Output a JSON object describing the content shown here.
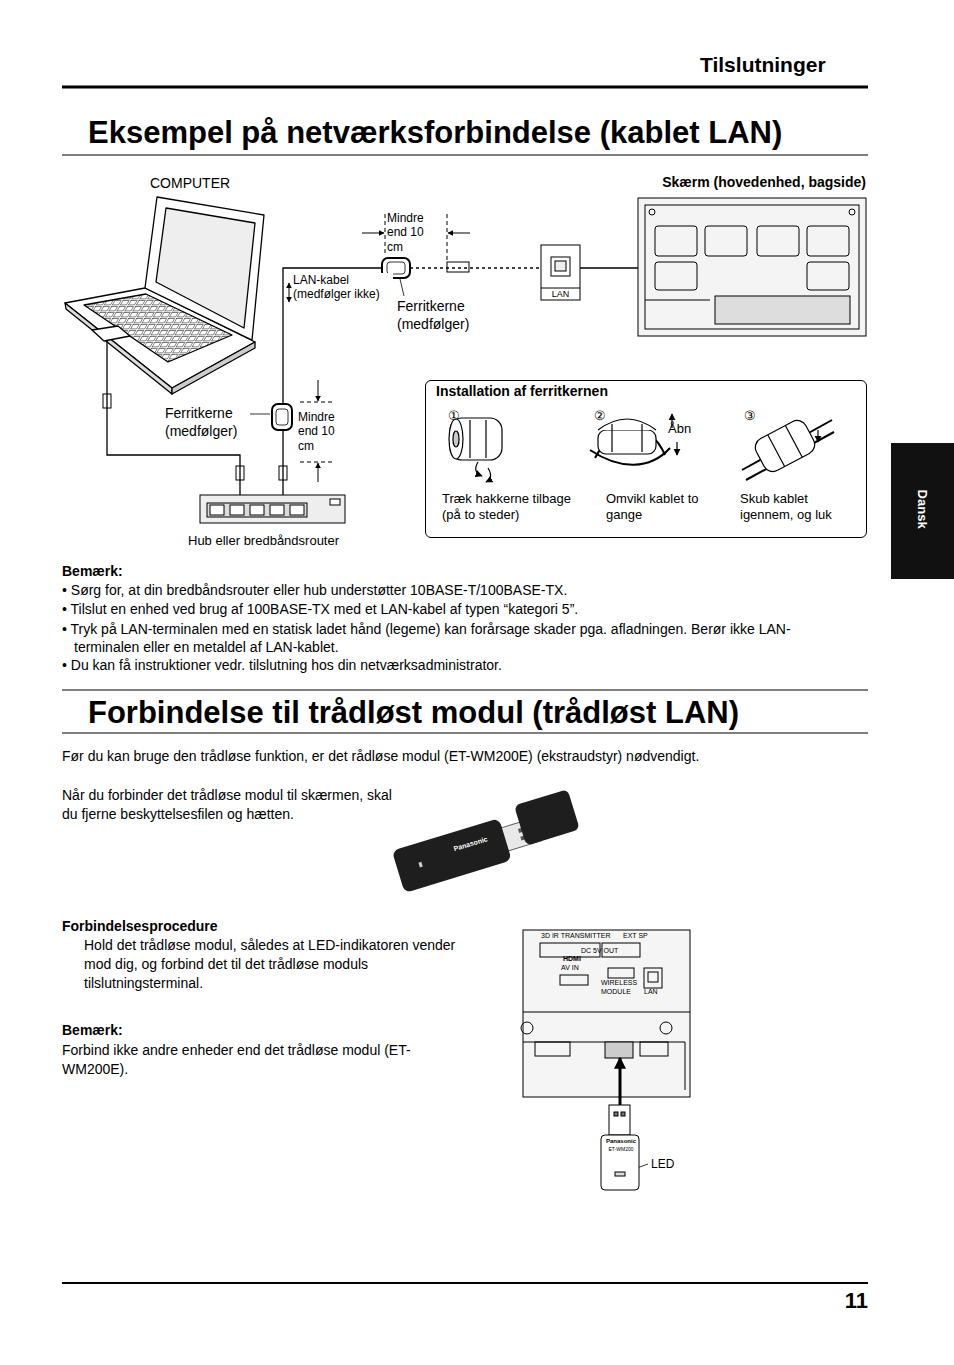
{
  "diagram": {
    "title": "Eksempel på netværksforbindelse (kablet LAN)",
    "nodes": [
      {
        "text": [
          "COMPUTER"
        ]
      },
      {
        "text": [
          "Skærm (hovedenhed, bagside)"
        ]
      },
      {
        "text": [
          "LAN"
        ]
      },
      {
        "text": [
          "Ferritkerne (medfølger)"
        ]
      },
      {
        "text": [
          "Ferritkerne (medfølger)"
        ]
      },
      {
        "text": [
          "Hub eller bredbåndsrouter"
        ]
      },
      {
        "text": [
          "Installation af ferritkernen"
        ]
      },
      {
        "text": [
          "①",
          "Træk hakkerne tilbage (på to steder)"
        ],
        "in": 6
      },
      {
        "text": [
          "②",
          "Omvikl kablet to gange"
        ],
        "in": 6
      },
      {
        "text": [
          "③",
          "Skub kablet igennem, og luk"
        ],
        "in": 6
      },
      {
        "text": [
          "3D IR TRANSMITTER",
          "EXT SP",
          "DC 5V OUT",
          "HDMI",
          "AV IN",
          "WIRELESS MODULE",
          "LAN"
        ]
      },
      {
        "text": [
          "Panasonic",
          "ET-WM200"
        ]
      },
      {
        "text": [
          "Panasonic"
        ]
      }
    ],
    "edges": [
      {
        "from": 0,
        "to": 5,
        "arrow": "none"
      },
      {
        "from": 5,
        "to": 4,
        "arrow": "none"
      },
      {
        "from": 4,
        "to": 3,
        "label": "LAN-kabel (medfølger ikke)",
        "arrow": "none"
      },
      {
        "from": 3,
        "to": 2,
        "arrow": "none"
      },
      {
        "from": 2,
        "to": 1,
        "arrow": "none"
      },
      {
        "from": 11,
        "to": 10,
        "arrow": "to"
      }
    ],
    "labels": [
      "Tilslutninger",
      "Mindre end 10 cm",
      "Mindre end 10 cm",
      "Åbn",
      "Bemærk:",
      "• Sørg for, at din bredbåndsrouter eller hub understøtter 10BASE-T/100BASE-TX.",
      "• Tilslut en enhed ved brug af 100BASE-TX med et LAN-kabel af typen “kategori 5”.",
      "• Tryk på LAN-terminalen med en statisk ladet hånd (legeme) kan forårsage skader pga. afladningen. Berør ikke LAN-terminalen eller en metaldel af LAN-kablet.",
      "• Du kan få instruktioner vedr. tilslutning hos din netværksadministrator.",
      "Forbindelse til trådløst modul (trådløst LAN)",
      "Før du kan bruge den trådløse funktion, er det rådløse modul (ET-WM200E) (ekstraudstyr) nødvendigt.",
      "Når du forbinder det trådløse modul til skærmen, skal du fjerne beskyttelsesfilen og hætten.",
      "Forbindelsesprocedure",
      "Hold det trådløse modul, således at LED-indikatoren vender mod dig, og forbind det til det trådløse moduls tilslutningsterminal.",
      "Bemærk:",
      "Forbind ikke andre enheder end det trådløse modul (ET-WM200E).",
      "LED",
      "Dansk",
      "11"
    ]
  }
}
